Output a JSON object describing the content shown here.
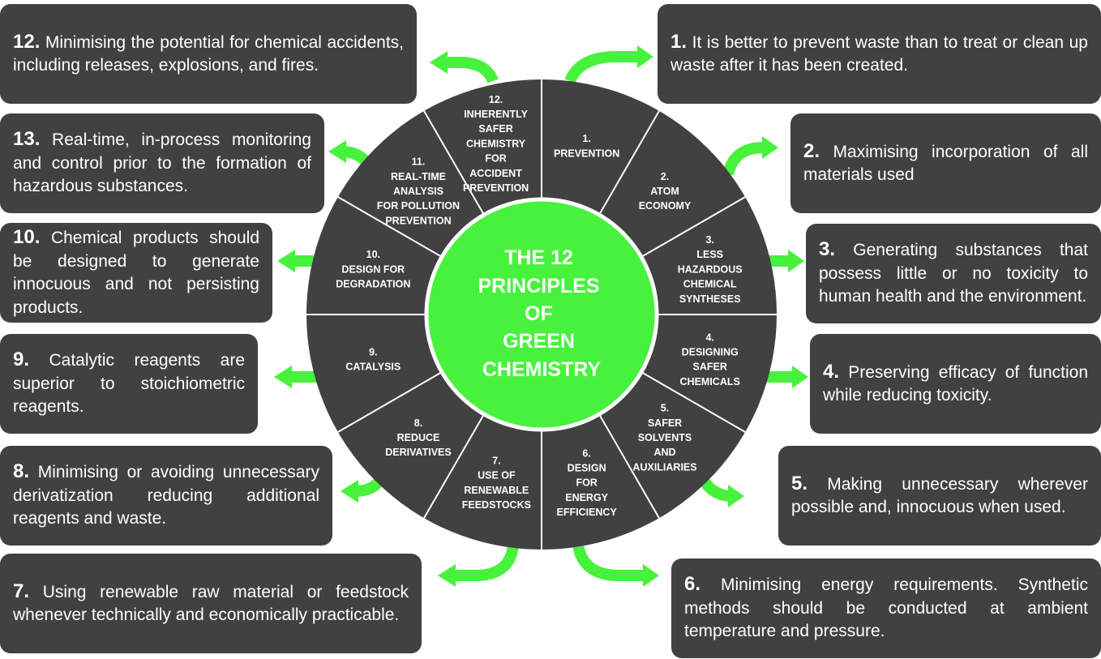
{
  "center": {
    "lines": [
      "THE 12",
      "PRINCIPLES",
      "OF",
      "GREEN",
      "CHEMISTRY"
    ],
    "color": "#47f23d"
  },
  "segments": [
    {
      "num": "1.",
      "lines": [
        "PREVENTION"
      ]
    },
    {
      "num": "2.",
      "lines": [
        "ATOM",
        "ECONOMY"
      ]
    },
    {
      "num": "3.",
      "lines": [
        "LESS",
        "HAZARDOUS",
        "CHEMICAL",
        "SYNTHESES"
      ]
    },
    {
      "num": "4.",
      "lines": [
        "DESIGNING",
        "SAFER",
        "CHEMICALS"
      ]
    },
    {
      "num": "5.",
      "lines": [
        "SAFER",
        "SOLVENTS",
        "AND",
        "AUXILIARIES"
      ]
    },
    {
      "num": "6.",
      "lines": [
        "DESIGN",
        "FOR",
        "ENERGY",
        "EFFICIENCY"
      ]
    },
    {
      "num": "7.",
      "lines": [
        "USE OF",
        "RENEWABLE",
        "FEEDSTOCKS"
      ]
    },
    {
      "num": "8.",
      "lines": [
        "REDUCE",
        "DERIVATIVES"
      ]
    },
    {
      "num": "9.",
      "lines": [
        "CATALYSIS"
      ]
    },
    {
      "num": "10.",
      "lines": [
        "DESIGN FOR",
        "DEGRADATION"
      ]
    },
    {
      "num": "11.",
      "lines": [
        "REAL-TIME",
        "ANALYSIS",
        "FOR POLLUTION",
        "PREVENTION"
      ]
    },
    {
      "num": "12.",
      "lines": [
        "INHERENTLY",
        "SAFER",
        "CHEMISTRY",
        "FOR",
        "ACCIDENT",
        "PREVENTION"
      ]
    }
  ],
  "boxes": [
    {
      "id": "box-1",
      "num": "1.",
      "text": "It is better to prevent waste than to treat or clean up waste after it has been created."
    },
    {
      "id": "box-2",
      "num": "2.",
      "text": "Maximising incorporation of all materials used"
    },
    {
      "id": "box-3",
      "num": "3.",
      "text": "Generating substances that possess little or no toxicity to human health and the environment."
    },
    {
      "id": "box-4",
      "num": "4.",
      "text": "Preserving efficacy of function while reducing toxicity."
    },
    {
      "id": "box-5",
      "num": "5.",
      "text": "Making unnecessary wherever possible and, innocuous when used."
    },
    {
      "id": "box-6",
      "num": "6.",
      "text": "Minimising energy requirements. Synthetic methods should be conducted at ambient temperature and pressure."
    },
    {
      "id": "box-7",
      "num": "7.",
      "text": "Using  renewable raw material or feedstock whenever technically and economically practicable."
    },
    {
      "id": "box-8",
      "num": "8.",
      "text": "Minimising or avoiding unnecessary derivatization reducing additional reagents and waste."
    },
    {
      "id": "box-9",
      "num": "9.",
      "text": "Catalytic reagents are superior to stoichiometric reagents."
    },
    {
      "id": "box-10",
      "num": "10.",
      "text": "Chemical products should be designed to generate innocuous and not persisting products."
    },
    {
      "id": "box-12",
      "num": "12.",
      "text": "Minimising the potential for chemical accidents, including releases, explosions, and fires."
    },
    {
      "id": "box-13",
      "num": "13.",
      "text": "Real-time, in-process monitoring and control prior to the formation of hazardous substances."
    }
  ],
  "colors": {
    "box": "#414141",
    "wheel": "#414141",
    "accent": "#47f23d",
    "text": "#ffffff"
  }
}
